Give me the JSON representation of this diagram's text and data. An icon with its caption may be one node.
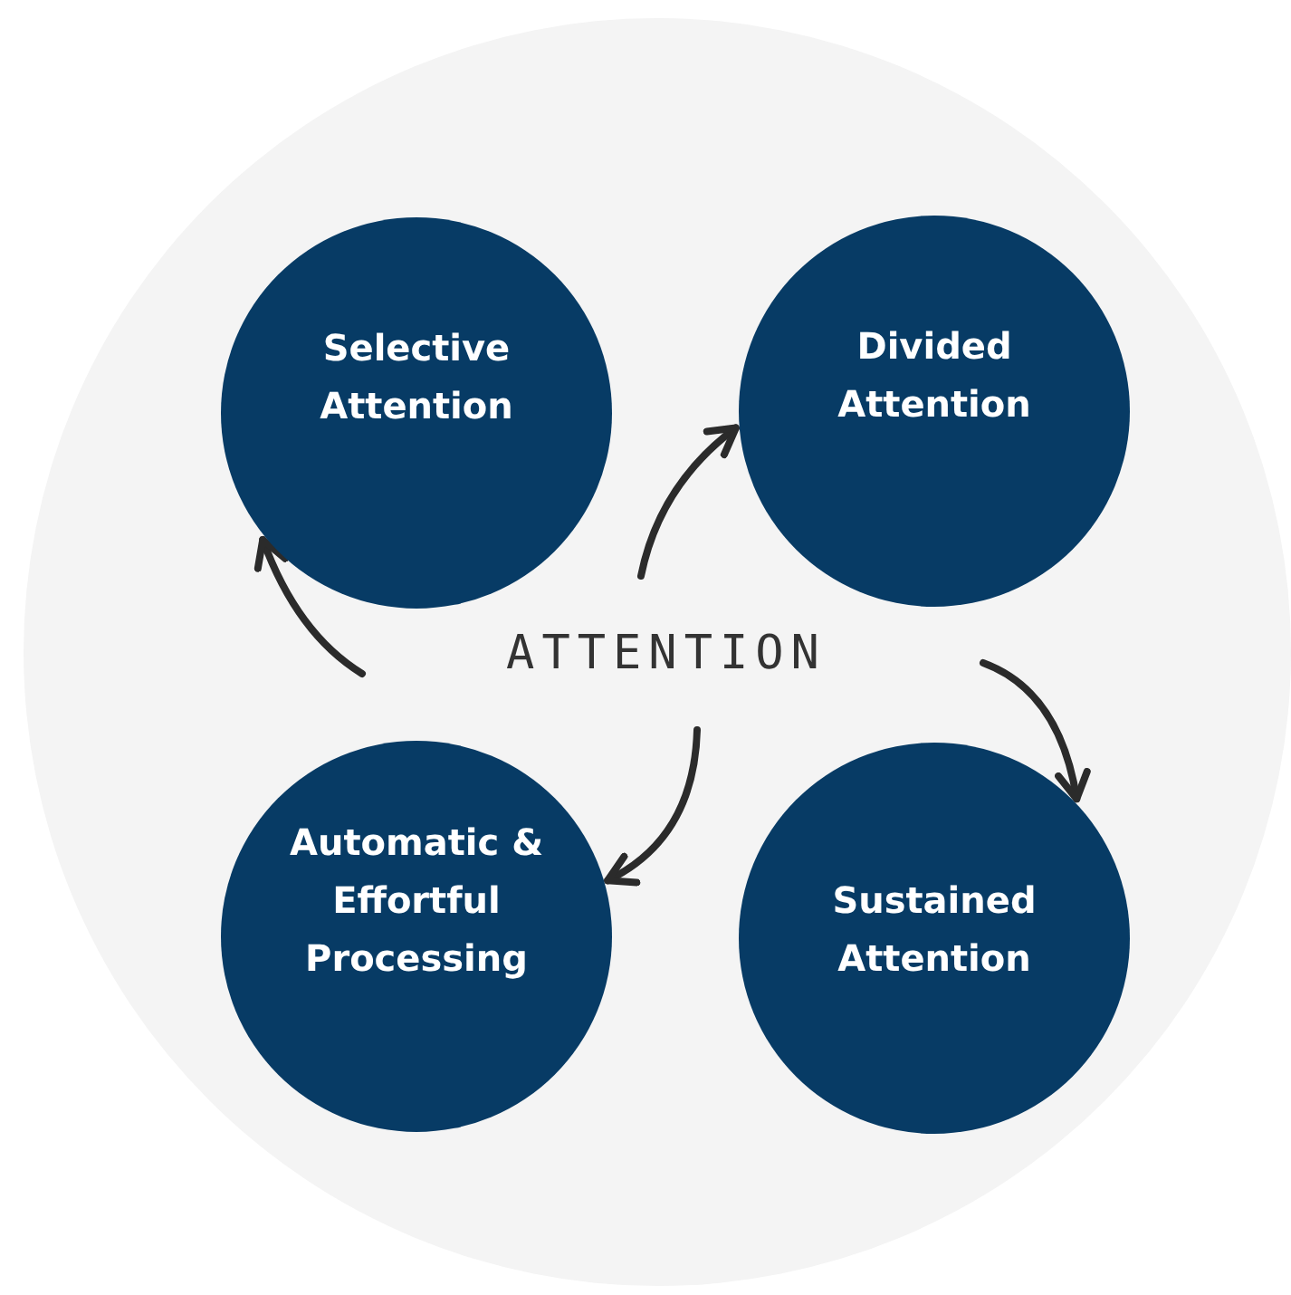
{
  "diagram": {
    "nodes": [
      {
        "text": [
          "ATTENTION"
        ]
      },
      {
        "text": [
          "Selective Attention"
        ]
      },
      {
        "text": [
          "Divided Attention"
        ]
      },
      {
        "text": [
          "Automatic & Effortful Processing"
        ]
      },
      {
        "text": [
          "Sustained Attention"
        ]
      }
    ],
    "edges": [
      {
        "from": null,
        "to": 1,
        "arrow": "to"
      },
      {
        "from": null,
        "to": 2,
        "arrow": "to"
      },
      {
        "from": null,
        "to": 4,
        "arrow": "to"
      },
      {
        "from": null,
        "to": 3,
        "arrow": "to"
      }
    ]
  }
}
